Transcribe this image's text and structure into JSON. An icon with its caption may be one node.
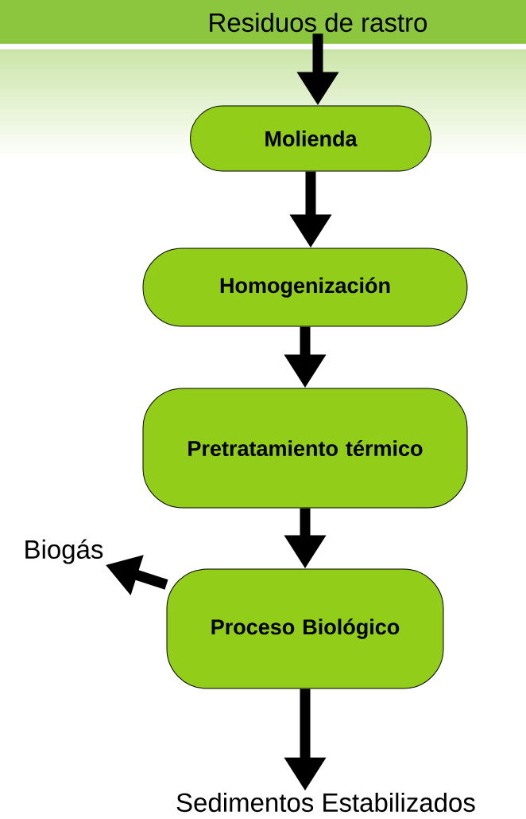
{
  "diagram": {
    "nodes": [
      {
        "text": [
          "Residuos de rastro"
        ]
      },
      {
        "text": [
          "Molienda"
        ]
      },
      {
        "text": [
          "Homogenización"
        ]
      },
      {
        "text": [
          "Pretratamiento térmico"
        ]
      },
      {
        "text": [
          "Proceso Biológico"
        ]
      },
      {
        "text": [
          "Biogás"
        ]
      },
      {
        "text": [
          "Sedimentos Estabilizados"
        ]
      }
    ],
    "edges": [
      {
        "from": 0,
        "to": 1,
        "arrow": "to"
      },
      {
        "from": 1,
        "to": 2,
        "arrow": "to"
      },
      {
        "from": 2,
        "to": 3,
        "arrow": "to"
      },
      {
        "from": 3,
        "to": 4,
        "arrow": "to"
      },
      {
        "from": 4,
        "to": 5,
        "arrow": "to"
      },
      {
        "from": 4,
        "to": 6,
        "arrow": "to"
      }
    ]
  }
}
